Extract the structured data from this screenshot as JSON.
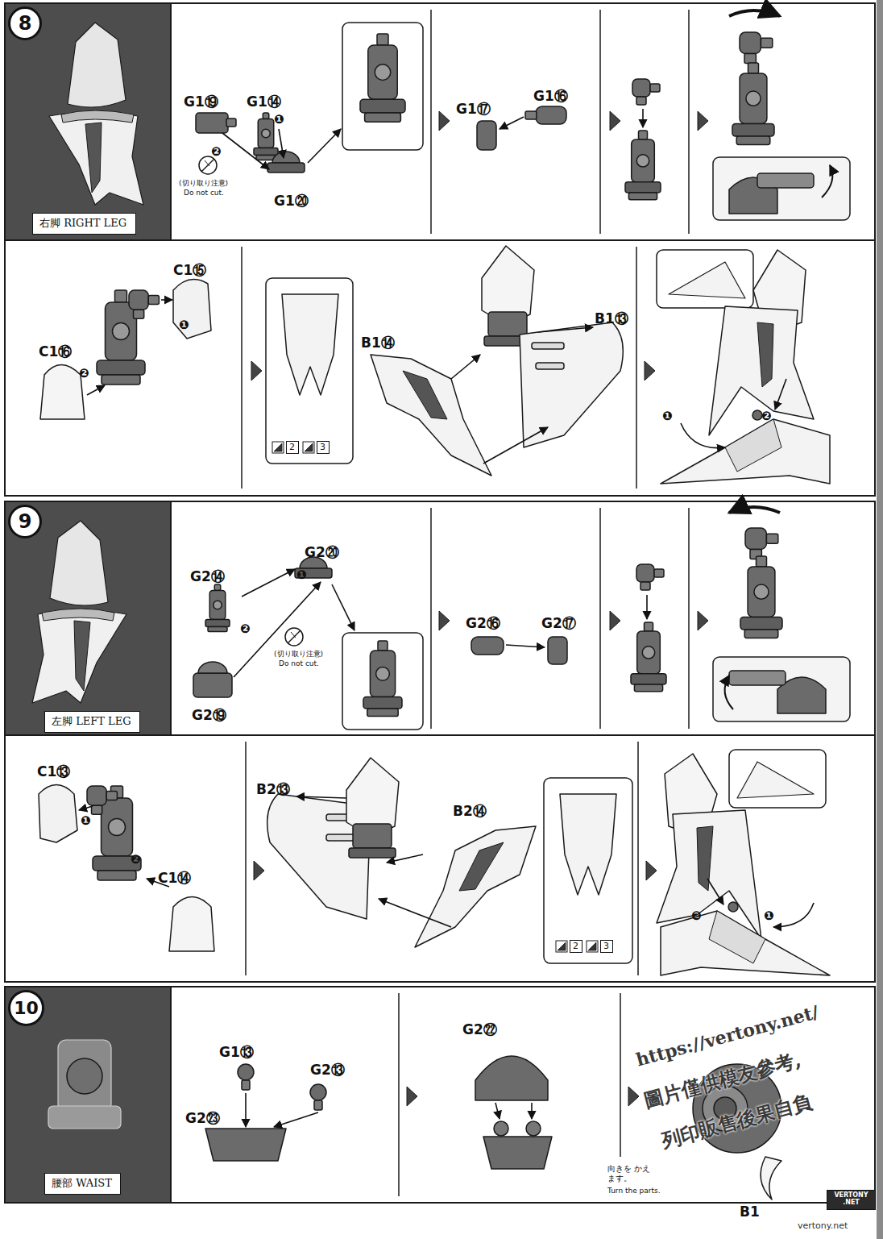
{
  "diagram": {
    "nodes": [
      {
        "text": [
          "8"
        ]
      },
      {
        "text": [
          "右脚 RIGHT LEG"
        ]
      },
      {
        "text": [
          "2"
        ]
      },
      {
        "text": [
          "3"
        ]
      },
      {
        "text": [
          "9"
        ]
      },
      {
        "text": [
          "左脚 LEFT LEG"
        ]
      },
      {
        "text": [
          "2"
        ]
      },
      {
        "text": [
          "3"
        ]
      },
      {
        "text": [
          "10"
        ]
      },
      {
        "text": [
          "腰部 WAIST"
        ]
      },
      {
        "text": [
          "VERTONY .NET"
        ]
      }
    ],
    "labels": [
      "G1⑲",
      "G1⑭",
      "❶",
      "❷",
      "(切り取り注意)",
      "Do not cut.",
      "G1⑳",
      "G1⑰",
      "G1⑯",
      "C1⑮",
      "❶",
      "C1⑯",
      "❷",
      "B1⑭",
      "B1⑬",
      "❶",
      "❷",
      "G2⑭",
      "G2⑳",
      "❶",
      "❷",
      "(切り取り注意)",
      "Do not cut.",
      "G2⑲",
      "G2⑯",
      "G2⑰",
      "C1⑬",
      "❶",
      "❷",
      "C1⑭",
      "B2⑬",
      "B2⑭",
      "❷",
      "❶",
      "G1⑬",
      "G2⑬",
      "G2㉓",
      "G2㉒",
      "向きを かえます。",
      "Turn the parts.",
      "B1",
      "https://vertony.net/",
      "圖片僅供模友參考,",
      "列印販售後果自負",
      "vertony.net"
    ]
  }
}
